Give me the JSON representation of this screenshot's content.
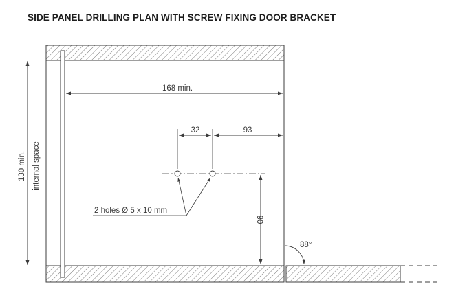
{
  "title": "SIDE PANEL DRILLING PLAN WITH SCREW FIXING DOOR BRACKET",
  "dimensions": {
    "width_min": "168 min.",
    "hole_spacing": "32",
    "hole_to_edge": "93",
    "hole_height": "90",
    "height_min": "130 min.",
    "internal_space": "internal space",
    "angle": "88°"
  },
  "holes_note": "2 holes Ø 5 x 10 mm",
  "colors": {
    "line": "#3c3c3c",
    "hatch": "#7a7a7a",
    "title": "#1e1e1e"
  }
}
